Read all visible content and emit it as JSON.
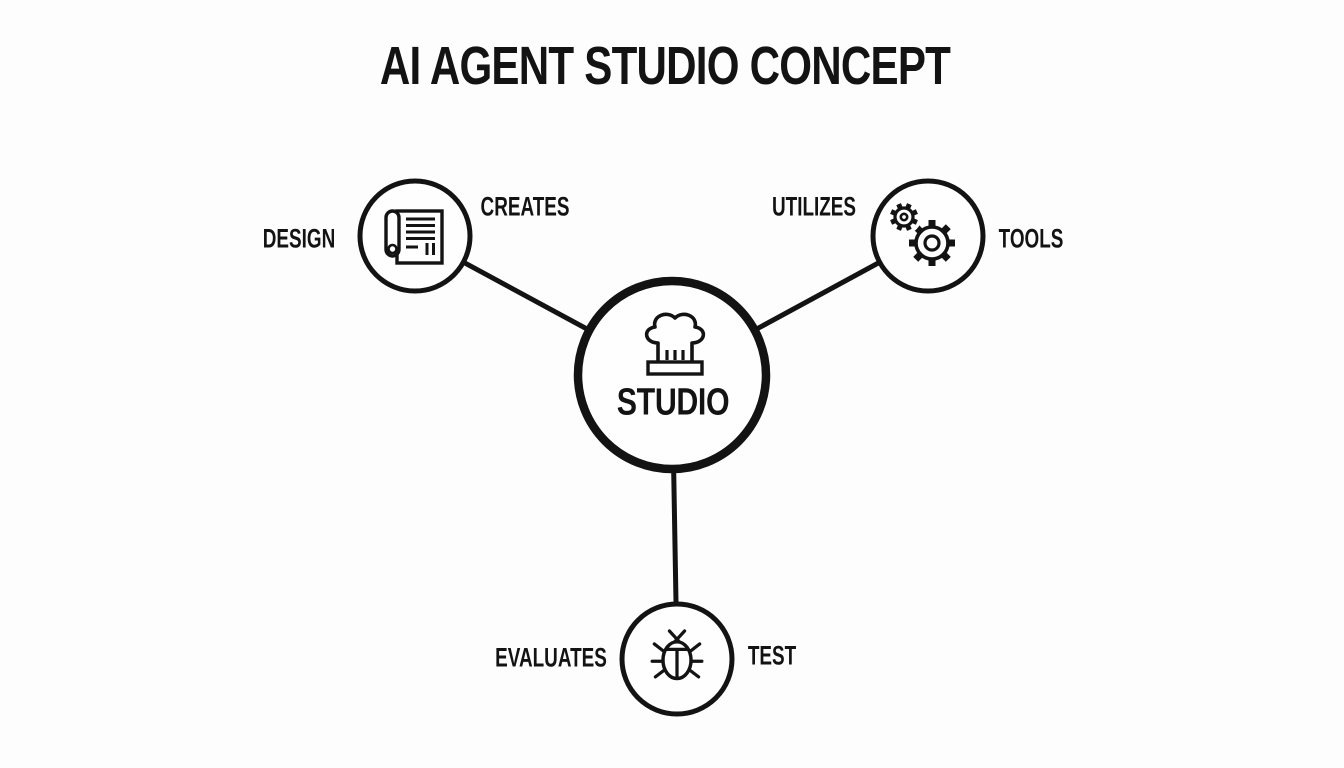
{
  "title": "AI AGENT STUDIO CONCEPT",
  "colors": {
    "ink": "#131313",
    "background": "#fdfdfd",
    "node_fill": "#fefefe"
  },
  "diagram": {
    "center_node": {
      "label": "STUDIO",
      "icon": "chef-hat-icon"
    },
    "nodes": [
      {
        "id": "design",
        "icon": "scroll-icon",
        "left_label": "DESIGN",
        "right_label": "CREATES"
      },
      {
        "id": "tools",
        "icon": "gears-icon",
        "left_label": "UTILIZES",
        "right_label": "TOOLS"
      },
      {
        "id": "test",
        "icon": "bug-icon",
        "left_label": "EVALUATES",
        "right_label": "TEST"
      }
    ],
    "edges": [
      {
        "from": "studio",
        "to": "design"
      },
      {
        "from": "studio",
        "to": "tools"
      },
      {
        "from": "studio",
        "to": "test"
      }
    ]
  }
}
